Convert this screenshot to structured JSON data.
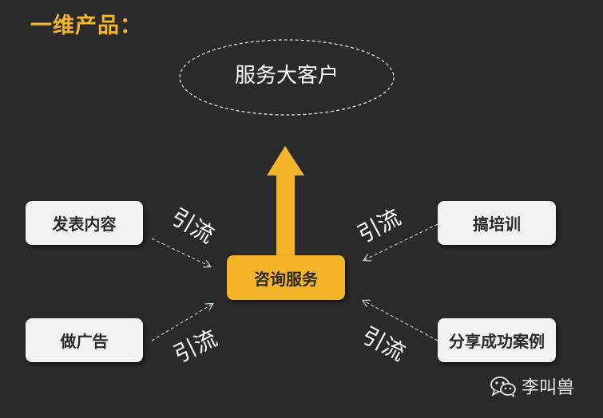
{
  "title": "一维产品：",
  "goal": "服务大客户",
  "center": "咨询服务",
  "channels": {
    "top_left": "发表内容",
    "bottom_left": "做广告",
    "top_right": "搞培训",
    "bottom_right": "分享成功案例"
  },
  "edge_label": "引流",
  "watermark": {
    "icon": "wechat-icon",
    "name": "李叫兽"
  },
  "colors": {
    "background": "#2a2a2a",
    "accent": "#f5b52a",
    "box": "#f2f2f2",
    "text_dark": "#2a2a2a",
    "text_light": "#ffffff"
  }
}
